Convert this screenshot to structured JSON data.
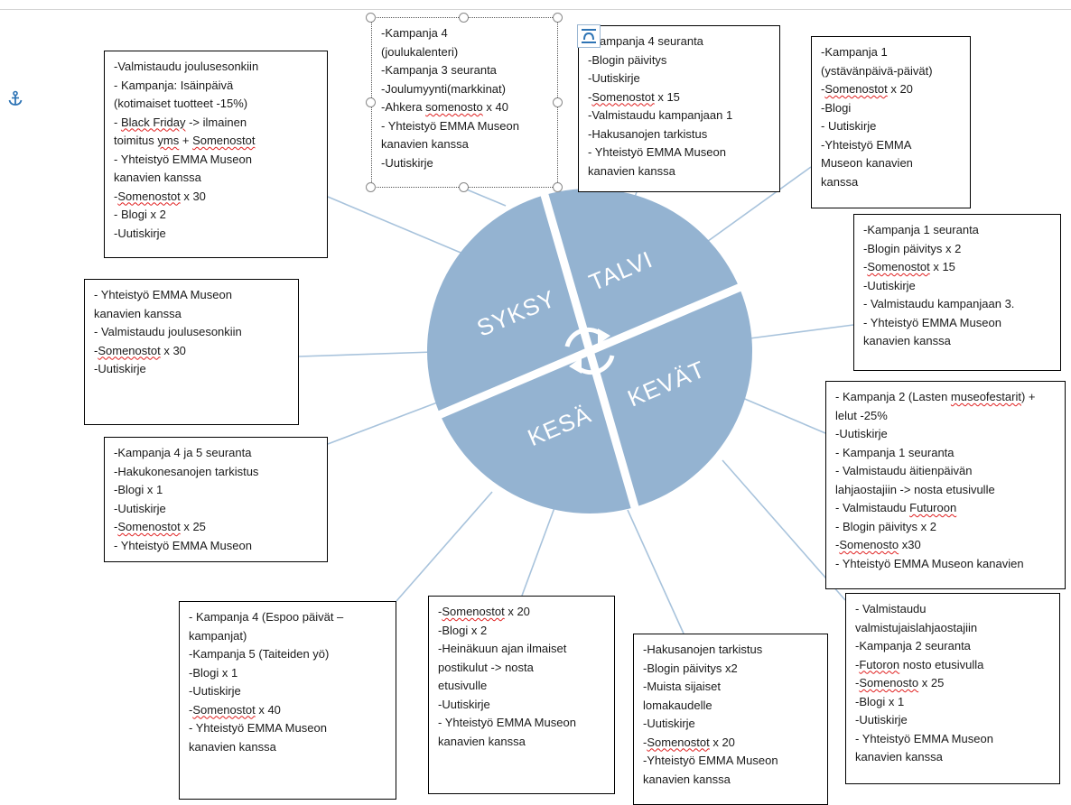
{
  "wheel": {
    "fill": "#94b3d1",
    "divider": "#ffffff",
    "connector_color": "#a8c3dc",
    "seasons": {
      "syksy": "SYKSY",
      "talvi": "TALVI",
      "kevat": "KEVÄT",
      "kesa": "KESÄ"
    }
  },
  "boxes": [
    {
      "id": "box-syksy-kampanja-isainpaiva",
      "lines": [
        [
          "-Valmistaudu joulusesonkiin"
        ],
        [
          "- Kampanja: Isäinpäivä"
        ],
        [
          "(kotimaiset tuotteet -15%)"
        ],
        [
          "- ",
          {
            "t": "Black Friday",
            "sq": true
          },
          " -> ilmainen"
        ],
        [
          "toimitus ",
          {
            "t": "yms",
            "sq": true
          },
          " + ",
          {
            "t": "Somenostot",
            "sq": true
          }
        ],
        [
          "- Yhteistyö EMMA Museon"
        ],
        [
          "kanavien kanssa"
        ],
        [
          "-",
          {
            "t": "Somenostot",
            "sq": true
          },
          " x 30"
        ],
        [
          "- Blogi x 2"
        ],
        [
          "-Uutiskirje"
        ]
      ]
    },
    {
      "id": "box-joulukalenteri",
      "selected": true,
      "lines": [
        [
          "-Kampanja 4"
        ],
        [
          "(joulukalenteri)"
        ],
        [
          "-Kampanja 3 seuranta"
        ],
        [
          "-Joulumyynti(markkinat)"
        ],
        [
          "-Ahkera ",
          {
            "t": "somenosto",
            "sq": true
          },
          "  x 40"
        ],
        [
          "- Yhteistyö EMMA Museon"
        ],
        [
          "kanavien kanssa"
        ],
        [
          "-Uutiskirje"
        ]
      ]
    },
    {
      "id": "box-talvi-kampanja4-seuranta",
      "lines": [
        [
          "-Kampanja 4 seuranta"
        ],
        [
          "-Blogin päivitys"
        ],
        [
          "-Uutiskirje"
        ],
        [
          "-",
          {
            "t": "Somenostot",
            "sq": true
          },
          " x 15"
        ],
        [
          "-Valmistaudu kampanjaan 1"
        ],
        [
          "-Hakusanojen tarkistus"
        ],
        [
          "- Yhteistyö EMMA Museon"
        ],
        [
          "kanavien kanssa"
        ]
      ]
    },
    {
      "id": "box-kampanja1-ystavanpaiva",
      "lines": [
        [
          "-Kampanja 1"
        ],
        [
          "(ystävänpäivä-päivät)"
        ],
        [
          "-",
          {
            "t": "Somenostot",
            "sq": true
          },
          " x 20"
        ],
        [
          "-Blogi"
        ],
        [
          "- Uutiskirje"
        ],
        [
          "-Yhteistyö EMMA"
        ],
        [
          "Museon kanavien"
        ],
        [
          "kanssa"
        ]
      ]
    },
    {
      "id": "box-kampanja1-seuranta",
      "lines": [
        [
          "-Kampanja 1 seuranta"
        ],
        [
          "-Blogin päivitys x 2"
        ],
        [
          "-",
          {
            "t": "Somenostot",
            "sq": true
          },
          " x 15"
        ],
        [
          "-Uutiskirje"
        ],
        [
          "- Valmistaudu kampanjaan 3."
        ],
        [
          "- Yhteistyö EMMA Museon"
        ],
        [
          "kanavien kanssa"
        ]
      ]
    },
    {
      "id": "box-syksy-joulusesonki",
      "lines": [
        [
          "- Yhteistyö EMMA Museon"
        ],
        [
          "kanavien kanssa"
        ],
        [
          "- Valmistaudu joulusesonkiin"
        ],
        [
          "-",
          {
            "t": "Somenostot",
            "sq": true
          },
          " x 30"
        ],
        [
          "-Uutiskirje"
        ]
      ]
    },
    {
      "id": "box-kampanja2-lasten-museofestarit",
      "lines": [
        [
          "- Kampanja 2 (Lasten ",
          {
            "t": "museofestarit",
            "sq": true
          },
          ") +"
        ],
        [
          "lelut -25%"
        ],
        [
          "-Uutiskirje"
        ],
        [
          "- Kampanja 1 seuranta"
        ],
        [
          "- Valmistaudu äitienpäivän"
        ],
        [
          "lahjaostajiin -> nosta etusivulle"
        ],
        [
          "- Valmistaudu ",
          {
            "t": "Futuroon",
            "sq": true
          }
        ],
        [
          "- Blogin päivitys x 2"
        ],
        [
          "-",
          {
            "t": "Somenosto",
            "sq": true
          },
          " x30"
        ],
        [
          "- Yhteistyö EMMA Museon kanavien"
        ]
      ]
    },
    {
      "id": "box-kampanja4-5-seuranta",
      "lines": [
        [
          "-Kampanja 4 ja 5 seuranta"
        ],
        [
          "-Hakukonesanojen tarkistus"
        ],
        [
          "-Blogi x 1"
        ],
        [
          "-Uutiskirje"
        ],
        [
          "-",
          {
            "t": "Somenostot",
            "sq": true
          },
          " x 25"
        ],
        [
          "- Yhteistyö EMMA Museon"
        ]
      ]
    },
    {
      "id": "box-espoo-paivat",
      "lines": [
        [
          "- Kampanja 4 (Espoo päivät –"
        ],
        [
          "kampanjat)"
        ],
        [
          "-Kampanja 5 (Taiteiden yö)"
        ],
        [
          "-Blogi x 1"
        ],
        [
          "-Uutiskirje"
        ],
        [
          "-",
          {
            "t": "Somenostot",
            "sq": true
          },
          " x 40"
        ],
        [
          "- Yhteistyö EMMA Museon"
        ],
        [
          "kanavien kanssa"
        ]
      ]
    },
    {
      "id": "box-kesa-postikulut",
      "lines": [
        [
          "-",
          {
            "t": "Somenostot",
            "sq": true
          },
          " x 20"
        ],
        [
          "-Blogi x 2"
        ],
        [
          "-Heinäkuun ajan ilmaiset"
        ],
        [
          "postikulut -> nosta"
        ],
        [
          "etusivulle"
        ],
        [
          "-Uutiskirje"
        ],
        [
          "- Yhteistyö EMMA Museon"
        ],
        [
          "kanavien kanssa"
        ]
      ]
    },
    {
      "id": "box-kesa-hakusanat",
      "lines": [
        [
          "-Hakusanojen tarkistus"
        ],
        [
          "-Blogin päivitys x2"
        ],
        [
          "-Muista sijaiset"
        ],
        [
          "lomakaudelle"
        ],
        [
          "-Uutiskirje"
        ],
        [
          "-",
          {
            "t": "Somenostot",
            "sq": true
          },
          " x 20"
        ],
        [
          "-Yhteistyö EMMA Museon"
        ],
        [
          "kanavien kanssa"
        ]
      ]
    },
    {
      "id": "box-valmistujaislahjaostajat",
      "lines": [
        [
          "- Valmistaudu"
        ],
        [
          "valmistujaislahjaostajiin"
        ],
        [
          "-Kampanja 2 seuranta"
        ],
        [
          "-",
          {
            "t": "Futoron",
            "sq": true
          },
          " nosto etusivulla"
        ],
        [
          "-",
          {
            "t": "Somenosto",
            "sq": true
          },
          " x 25"
        ],
        [
          "-Blogi x 1"
        ],
        [
          "-Uutiskirje"
        ],
        [
          "- Yhteistyö EMMA Museon"
        ],
        [
          "kanavien kanssa"
        ]
      ]
    }
  ]
}
